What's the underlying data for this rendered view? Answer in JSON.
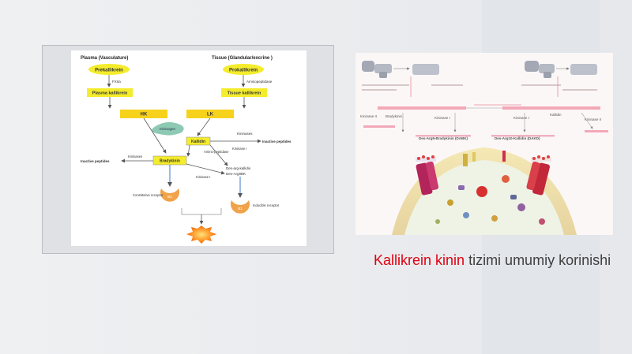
{
  "diagram": {
    "plasma_title": "Plasma (Vasculature)",
    "tissue_title": "Tissue (Glandular/excrine )",
    "prekallikrein": "Prekallikrein",
    "prokallikrein": "Prokallikrein",
    "fxiia": "FXIIa",
    "aminopeptidase_label": "Aminopeptidase",
    "plasma_kallikrein": "Plasma kallikrein",
    "tissue_kallikrein": "Tissue kallikrein",
    "hk": "HK",
    "lk": "LK",
    "kininogen": "Kininogen",
    "kallidin": "Kallidin",
    "kininases": "Kininases",
    "inactive_peptides": "Inactive peptides",
    "amino_peptidase": "Amino-peptidase",
    "kininase_i": "Kininase I",
    "bradykinin": "Bradykinin",
    "des_arg_kallidin": "Des-arg-kallidin",
    "des_arg_bk": "Des-Arg9BK",
    "constitutive_receptor": "Constitutive receptor",
    "inducible_receptor": "Inducible receptor",
    "b2": "B2",
    "b1": "B1"
  },
  "pathway": {
    "kininase_ii": "Kininase II",
    "bradykinin": "Bradykinin",
    "kininase_i": "Kininase I",
    "kallidin": "Kallidin",
    "dabk": "Des-Arg9-Bradykinin (DABK)",
    "dakd": "Des-Arg10-Kallidin (DAKD)"
  },
  "caption": {
    "highlight": "Kallikrein kinin",
    "rest": " tizimi umumiy korinishi"
  }
}
